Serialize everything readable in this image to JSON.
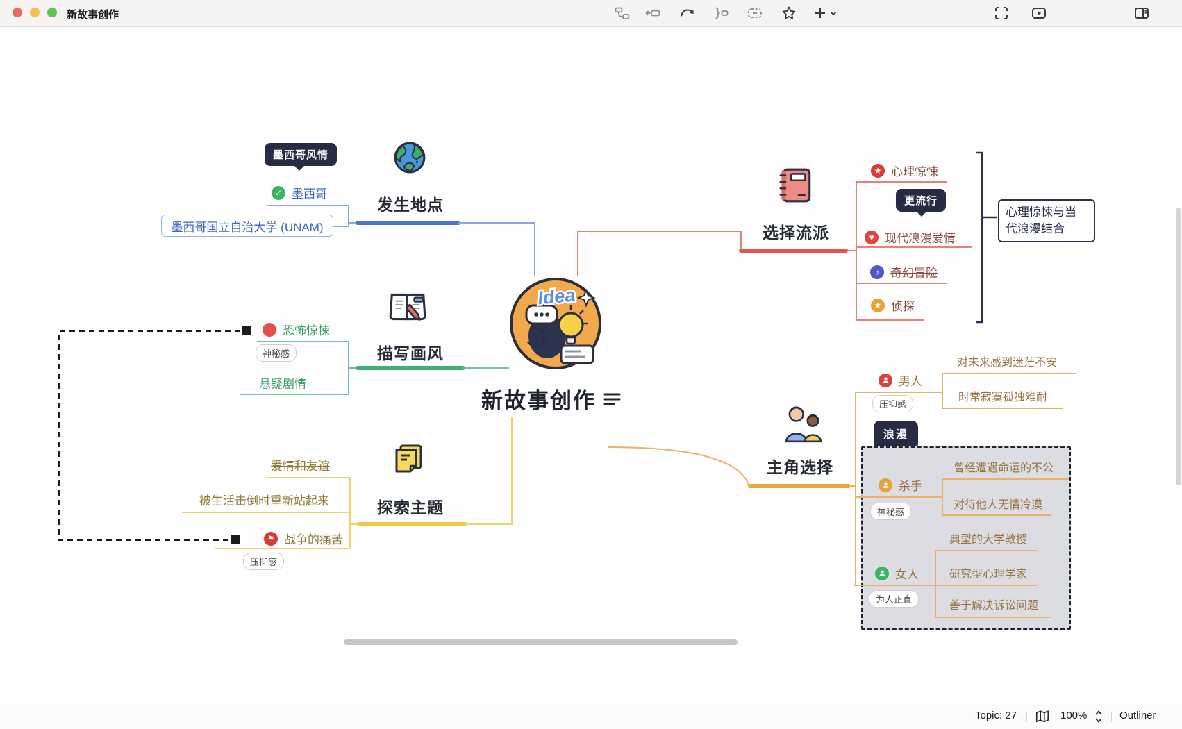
{
  "window": {
    "title": "新故事创作"
  },
  "toolbar": {
    "icons": [
      "relationship-icon",
      "insert-topic-icon",
      "redo-icon",
      "summary-icon",
      "boundary-icon",
      "marker-star-icon",
      "add-icon",
      "chevron-down-icon",
      "fullscreen-icon",
      "present-play-icon",
      "panel-toggle-icon"
    ]
  },
  "statusbar": {
    "topic_label": "Topic: 27",
    "zoom_value": "100%",
    "outliner_label": "Outliner",
    "icons": [
      "map-book-icon",
      "zoom-stepper-icon"
    ]
  },
  "map": {
    "center": {
      "title": "新故事创作",
      "sticker_word": "Idea"
    },
    "location": {
      "label": "发生地点",
      "callout": "墨西哥风情",
      "child": "墨西哥",
      "grandchild": "墨西哥国立自治大学 (UNAM)"
    },
    "style": {
      "label": "描写画风",
      "child1": "恐怖惊悚",
      "child1_tag": "神秘感",
      "child2": "悬疑剧情"
    },
    "theme": {
      "label": "探索主题",
      "child1": "爱情和友谊",
      "child2": "被生活击倒时重新站起来",
      "child3": "战争的痛苦",
      "child3_tag": "压抑感"
    },
    "genre": {
      "label": "选择流派",
      "child1": "心理惊悚",
      "callout": "更流行",
      "child2": "现代浪漫爱情",
      "child3": "奇幻冒险",
      "child4": "侦探",
      "summary": "心理惊悚与当代浪漫结合"
    },
    "protagonist": {
      "label": "主角选择",
      "boundary_label": "浪漫",
      "man": {
        "label": "男人",
        "tag": "压抑感",
        "child1": "对未来感到迷茫不安",
        "child2": "时常寂寞孤独难耐"
      },
      "killer": {
        "label": "杀手",
        "tag": "神秘感",
        "child1": "曾经遭遇命运的不公",
        "child2": "对待他人无情冷漠"
      },
      "woman": {
        "label": "女人",
        "tag": "为人正直",
        "child1": "典型的大学教授",
        "child2": "研究型心理学家",
        "child3": "善于解决诉讼问题"
      }
    },
    "colors": {
      "blue": "#4f73cf",
      "green": "#3bb377",
      "yellow": "#f0ca45",
      "red": "#e4544a",
      "orange": "#eaa73e",
      "dark_callout": "#272c44"
    }
  }
}
